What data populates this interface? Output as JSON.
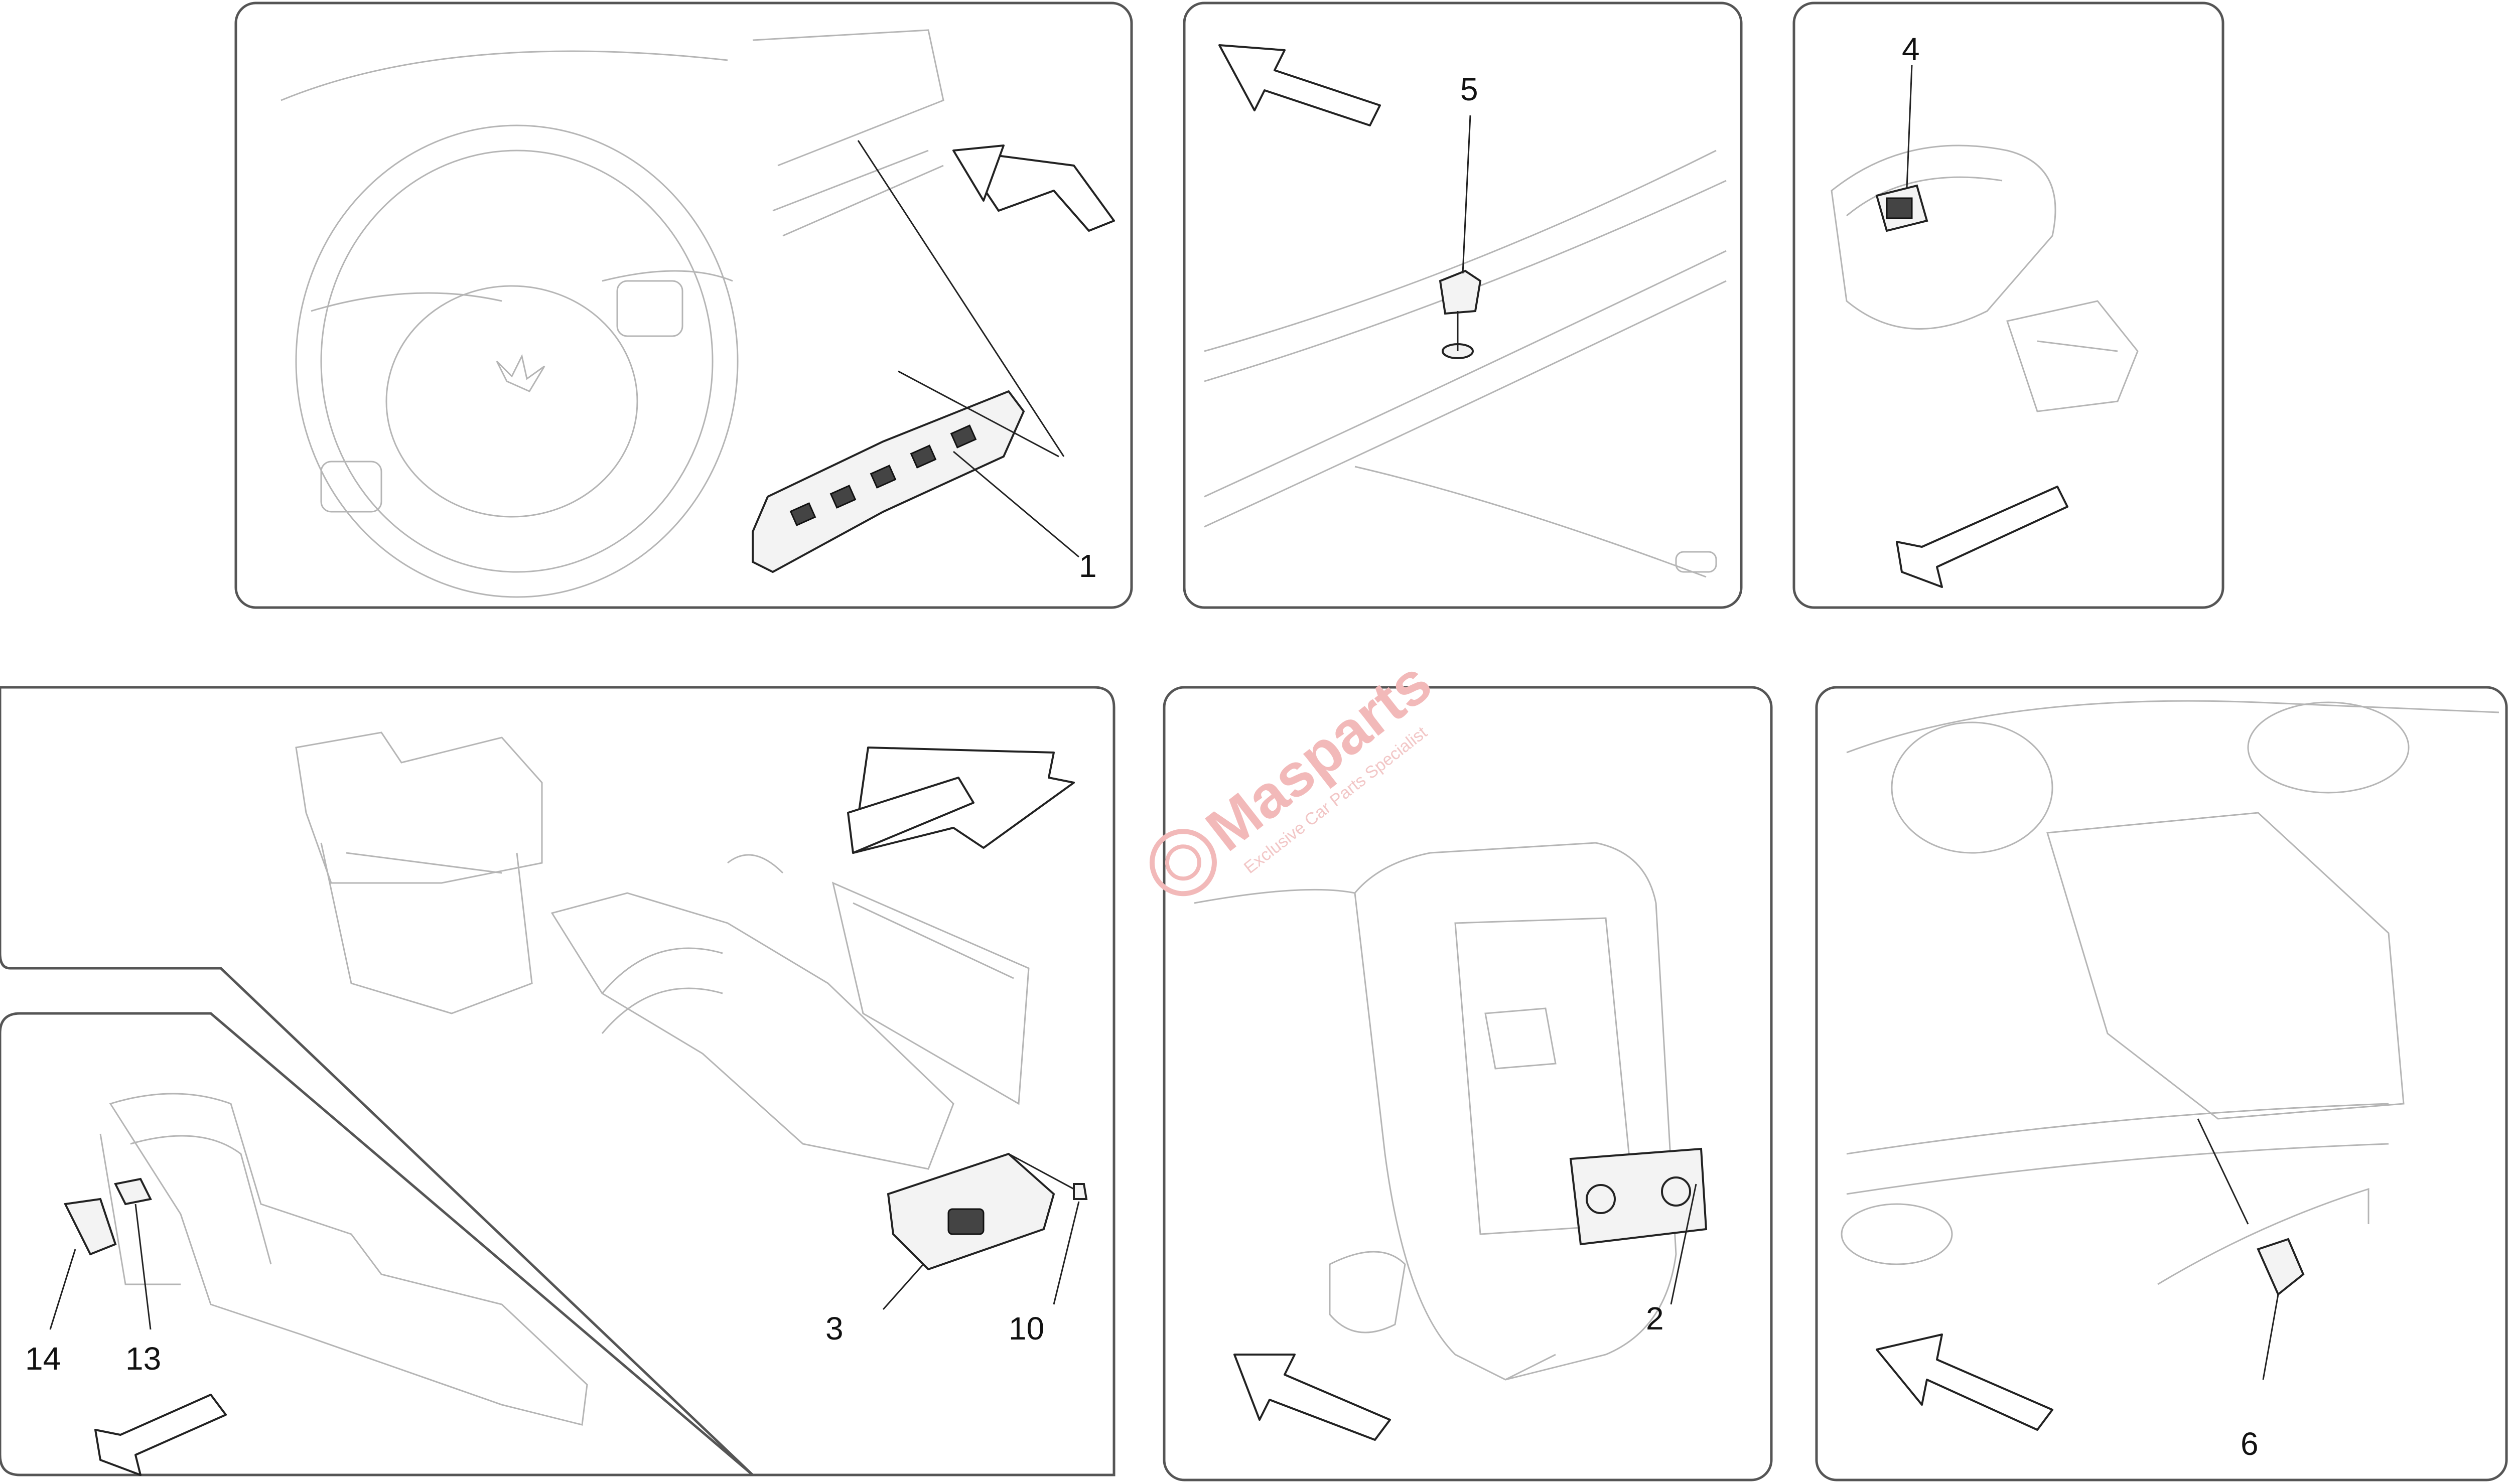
{
  "callouts": {
    "c1": "1",
    "c2": "2",
    "c3": "3",
    "c4": "4",
    "c5": "5",
    "c6": "6",
    "c10": "10",
    "c13": "13",
    "c14": "14"
  },
  "watermark": {
    "name": "Masparts",
    "tagline": "Exclusive Car Parts Specialist",
    "color": "#e06060"
  },
  "colors": {
    "line": "#222222",
    "ghost": "#b5b5b5",
    "panel_border": "#555555"
  }
}
